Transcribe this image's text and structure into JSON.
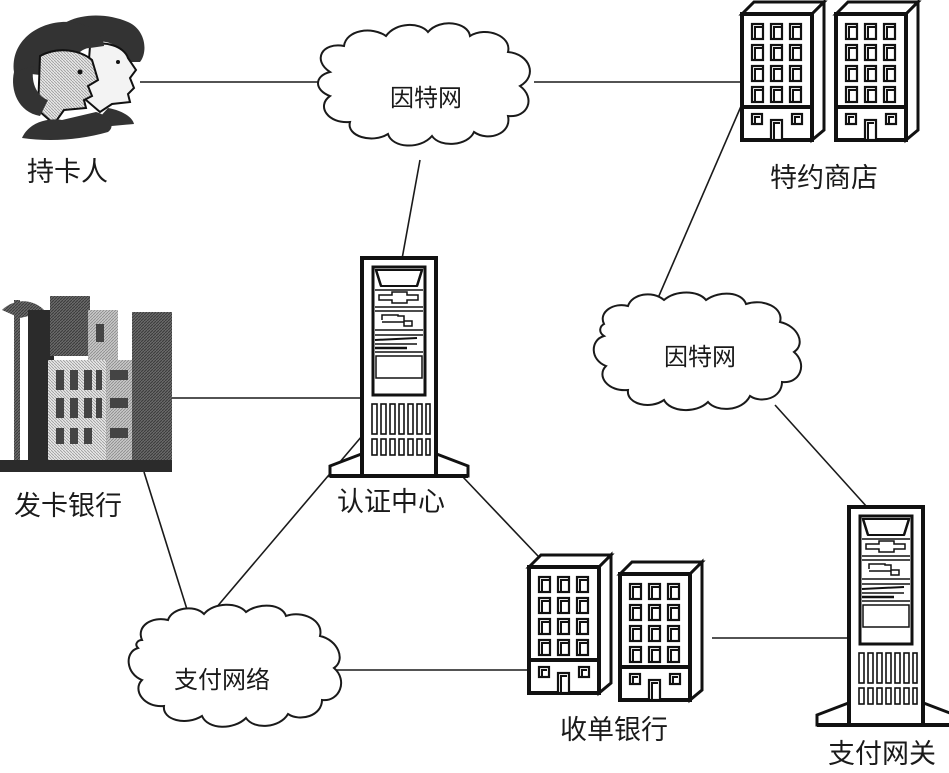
{
  "diagram": {
    "nodes": {
      "cardholder": {
        "label": "持卡人",
        "icon": "people-icon"
      },
      "merchant": {
        "label": "特约商店",
        "icon": "office-buildings-icon"
      },
      "issuing_bank": {
        "label": "发卡银行",
        "icon": "city-buildings-icon"
      },
      "ca": {
        "label": "认证中心",
        "icon": "server-tower-icon"
      },
      "acquiring_bank": {
        "label": "收单银行",
        "icon": "office-buildings-icon"
      },
      "payment_gateway": {
        "label": "支付网关",
        "icon": "server-tower-icon"
      }
    },
    "clouds": {
      "internet_top": {
        "label": "因特网"
      },
      "internet_right": {
        "label": "因特网"
      },
      "payment_network": {
        "label": "支付网络"
      }
    },
    "edges": [
      [
        "cardholder",
        "internet_top"
      ],
      [
        "internet_top",
        "merchant"
      ],
      [
        "internet_top",
        "ca"
      ],
      [
        "merchant",
        "internet_right"
      ],
      [
        "internet_right",
        "payment_gateway"
      ],
      [
        "issuing_bank",
        "ca"
      ],
      [
        "issuing_bank",
        "payment_network"
      ],
      [
        "ca",
        "payment_network"
      ],
      [
        "ca",
        "acquiring_bank"
      ],
      [
        "payment_network",
        "acquiring_bank"
      ],
      [
        "acquiring_bank",
        "payment_gateway"
      ]
    ]
  }
}
